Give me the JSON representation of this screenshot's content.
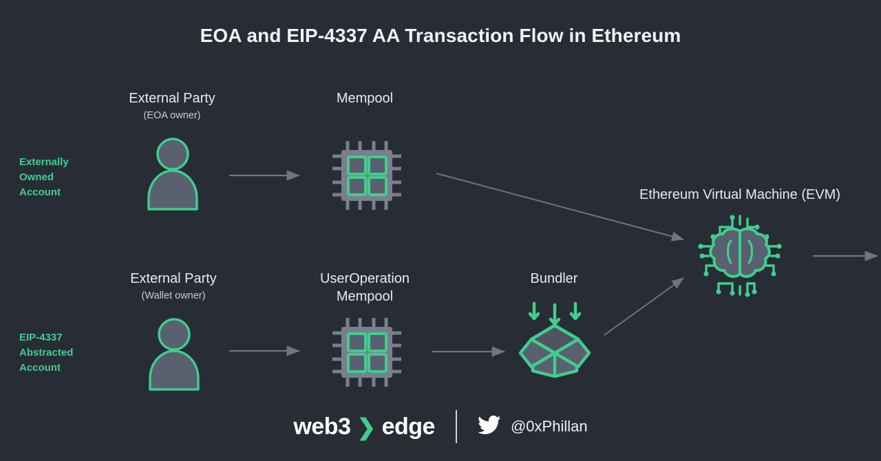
{
  "page": {
    "title": "EOA and EIP-4337 AA Transaction Flow in Ethereum",
    "background_color": "#282c35",
    "accent_color": "#3ecf8e",
    "text_color": "#e8eaee",
    "arrow_color": "#6e7583"
  },
  "rows": [
    {
      "label": "Externally\nOwned\nAccount",
      "nodes": [
        {
          "title": "External Party",
          "subtitle": "(EOA owner)",
          "icon": "person-icon"
        },
        {
          "title": "Mempool",
          "subtitle": "",
          "icon": "chip-icon"
        }
      ]
    },
    {
      "label": "EIP-4337\nAbstracted\nAccount",
      "nodes": [
        {
          "title": "External Party",
          "subtitle": "(Wallet owner)",
          "icon": "person-icon"
        },
        {
          "title": "UserOperation\nMempool",
          "subtitle": "",
          "icon": "chip-icon"
        },
        {
          "title": "Bundler",
          "subtitle": "",
          "icon": "package-box-icon"
        }
      ]
    }
  ],
  "evm": {
    "title": "Ethereum Virtual Machine (EVM)",
    "icon": "brain-circuit-icon"
  },
  "connectors": [
    {
      "name": "eoa-to-mempool",
      "type": "straight-arrow"
    },
    {
      "name": "mempool-to-evm",
      "type": "diagonal-arrow"
    },
    {
      "name": "wallet-to-userop-mempool",
      "type": "straight-arrow"
    },
    {
      "name": "userop-mempool-to-bundler",
      "type": "straight-arrow"
    },
    {
      "name": "bundler-to-evm",
      "type": "diagonal-arrow"
    },
    {
      "name": "evm-output",
      "type": "straight-arrow"
    }
  ],
  "footer": {
    "brand_first": "web3",
    "brand_chevron": "❯",
    "brand_second": "edge",
    "social_icon": "twitter-bird-icon",
    "handle": "@0xPhillan"
  }
}
